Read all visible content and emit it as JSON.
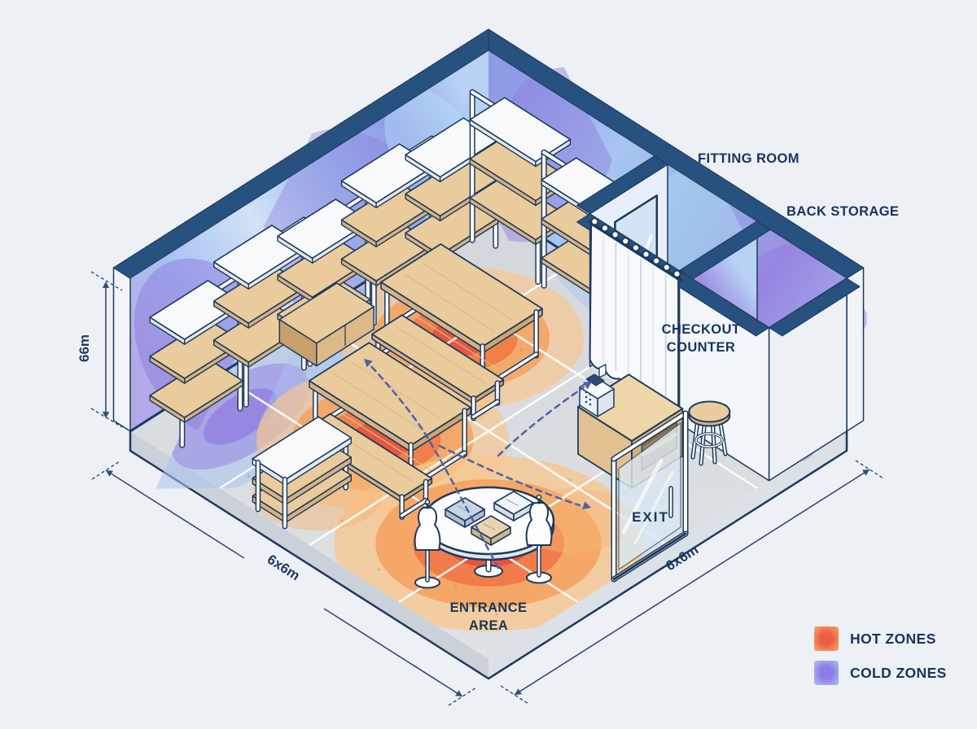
{
  "scene": {
    "type": "isometric-retail-store-heatmap",
    "labels": {
      "fitting_room": "FITTING ROOM",
      "back_storage": "BACK STORAGE",
      "checkout_counter": "CHECKOUT COUNTER",
      "exit": "EXIT",
      "entrance_area": "ENTRANCE AREA"
    },
    "dimensions": {
      "wall_height": "66m",
      "floor_left": "6x6m",
      "floor_right": "6x6m"
    },
    "legend": {
      "items": [
        {
          "label": "HOT ZONES",
          "color_center": "#ec5f3e",
          "color_edge": "#f6aa6b"
        },
        {
          "label": "COLD ZONES",
          "color_center": "#8f7ce6",
          "color_edge": "#aac5ef"
        }
      ]
    },
    "colors": {
      "background": "#edf0f5",
      "outline_navy": "#1d3a5e",
      "wall_cap": "#27517f",
      "text": "#16355e",
      "floor": "#d8dbdf",
      "wood_top": "#e9cb9c",
      "wood_edge": "#d6b384",
      "wood_dark": "#cba771",
      "white_furniture": "#f7f9fb",
      "hot_core": "#e4553c",
      "hot_mid": "#ef7a47",
      "hot_light": "#f5a25f",
      "hot_outer": "#f8c68e",
      "cold_core": "#8b76de",
      "cold_mid": "#9a8ce2",
      "cold_outer": "#a9c2ee",
      "flow_dash": "#4d62a8",
      "dimension_line": "#2f4d78"
    }
  }
}
